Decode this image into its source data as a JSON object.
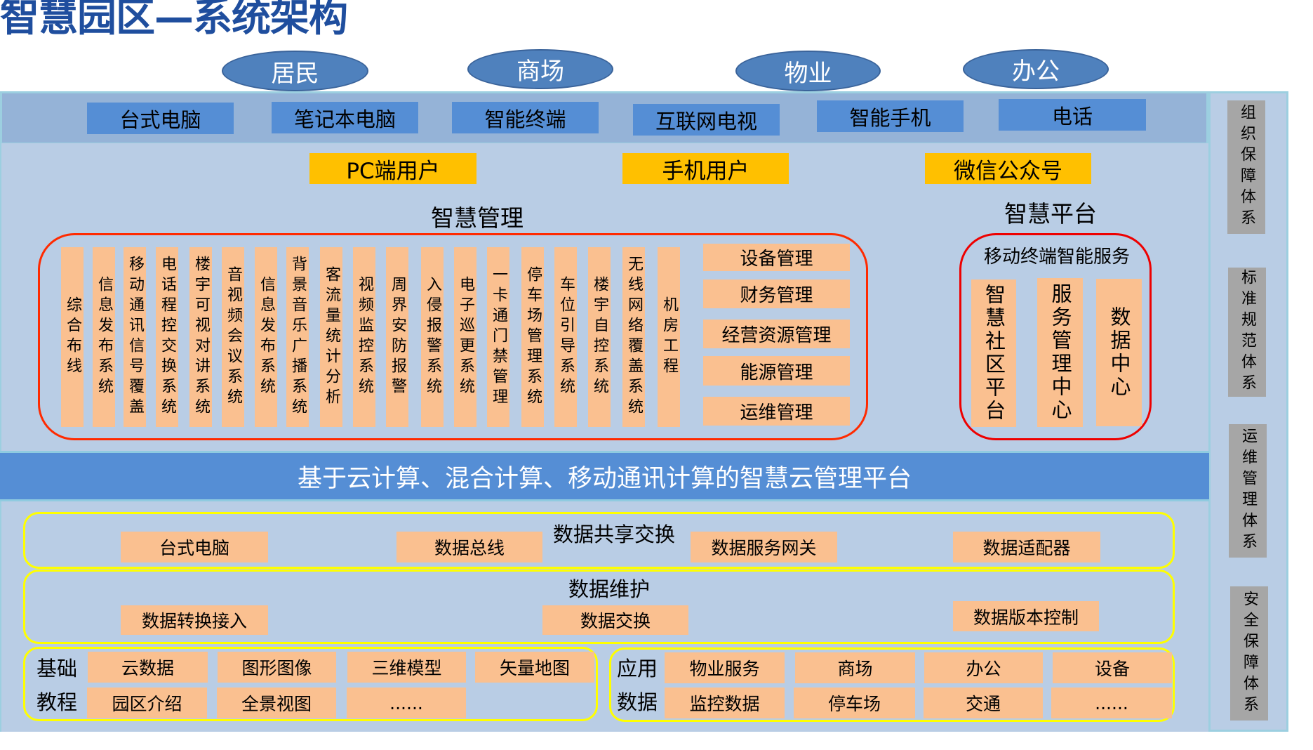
{
  "title": "智慧园区—系统架构",
  "audiences": [
    "居民",
    "商场",
    "物业",
    "办公"
  ],
  "devices": [
    "台式电脑",
    "笔记本电脑",
    "智能终端",
    "互联网电视",
    "智能手机",
    "电话"
  ],
  "user_channels": [
    "PC端用户",
    "手机用户",
    "微信公众号"
  ],
  "management": {
    "heading": "智慧管理",
    "systems": [
      "综合布线",
      "信息发布系统",
      "移动通讯信号覆盖",
      "电话程控交换系统",
      "楼宇可视对讲系统",
      "音视频会议系统",
      "信息发布系统",
      "背景音乐广播系统",
      "客流量统计分析",
      "视频监控系统",
      "周界安防报警",
      "入侵报警系统",
      "电子巡更系统",
      "一卡通门禁管理",
      "停车场管理系统",
      "车位引导系统",
      "楼宇自控系统",
      "无线网络覆盖系统",
      "机房工程"
    ],
    "functions": [
      "设备管理",
      "财务管理",
      "经营资源管理",
      "能源管理",
      "运维管理"
    ]
  },
  "platform": {
    "heading": "智慧平台",
    "box_title": "移动终端智能服务",
    "modules": [
      "智慧社区平台",
      "服务管理中心",
      "数据中心"
    ]
  },
  "cloud_platform": "基于云计算、混合计算、移动通讯计算的智慧云管理平台",
  "data_sharing": {
    "title": "数据共享交换",
    "items": [
      "台式电脑",
      "数据总线",
      "数据服务网关",
      "数据适配器"
    ]
  },
  "data_maintenance": {
    "title": "数据维护",
    "items": [
      "数据转换接入",
      "数据交换",
      "数据版本控制"
    ]
  },
  "basic_tutorial": {
    "label": "基础教程",
    "items": [
      "云数据",
      "图形图像",
      "三维模型",
      "矢量地图",
      "园区介绍",
      "全景视图",
      "......"
    ]
  },
  "app_data": {
    "label": "应用数据",
    "items": [
      "物业服务",
      "商场",
      "办公",
      "设备",
      "监控数据",
      "停车场",
      "交通",
      "......"
    ]
  },
  "support_systems": [
    "组织保障体系",
    "标准规范体系",
    "运维管理体系",
    "安全保障体系"
  ],
  "colors": {
    "title": "#1f4e9e",
    "ellipse": "#4f81bd",
    "device": "#558ed5",
    "channel": "#ffc000",
    "module": "#fac090",
    "support": "#a6a6a6",
    "band": "#95b3d7",
    "background": "#b9cde5",
    "management_border": "#ff2a00",
    "data_border": "#ffff00"
  }
}
